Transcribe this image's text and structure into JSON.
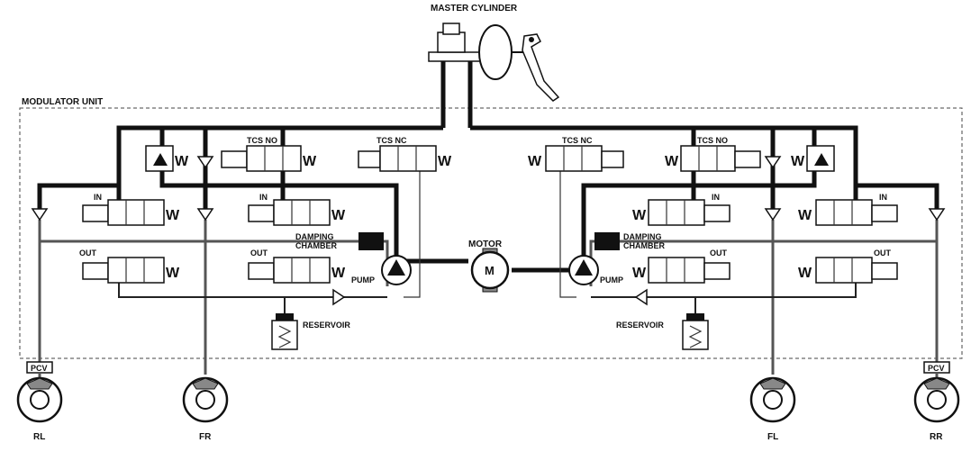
{
  "labels": {
    "master_cylinder": "MASTER CYLINDER",
    "modulator_unit": "MODULATOR UNIT",
    "motor": "MOTOR",
    "motor_symbol": "M",
    "pump_left": "PUMP",
    "pump_right": "PUMP",
    "damping_chamber_left": [
      "DAMPING",
      "CHAMBER"
    ],
    "damping_chamber_right": [
      "DAMPING",
      "CHAMBER"
    ],
    "reservoir_left": "RESERVOIR",
    "reservoir_right": "RESERVOIR",
    "tcs_no_left": "TCS NO",
    "tcs_nc_left": "TCS NC",
    "tcs_nc_right": "TCS NC",
    "tcs_no_right": "TCS NO",
    "in_1": "IN",
    "in_2": "IN",
    "in_3": "IN",
    "in_4": "IN",
    "out_1": "OUT",
    "out_2": "OUT",
    "out_3": "OUT",
    "out_4": "OUT",
    "pcv_left": "PCV",
    "pcv_right": "PCV",
    "spring_symbol": "W"
  },
  "wheels": [
    {
      "label": "RL",
      "has_pcv": true
    },
    {
      "label": "FR",
      "has_pcv": false
    },
    {
      "label": "FL",
      "has_pcv": false
    },
    {
      "label": "RR",
      "has_pcv": true
    }
  ]
}
